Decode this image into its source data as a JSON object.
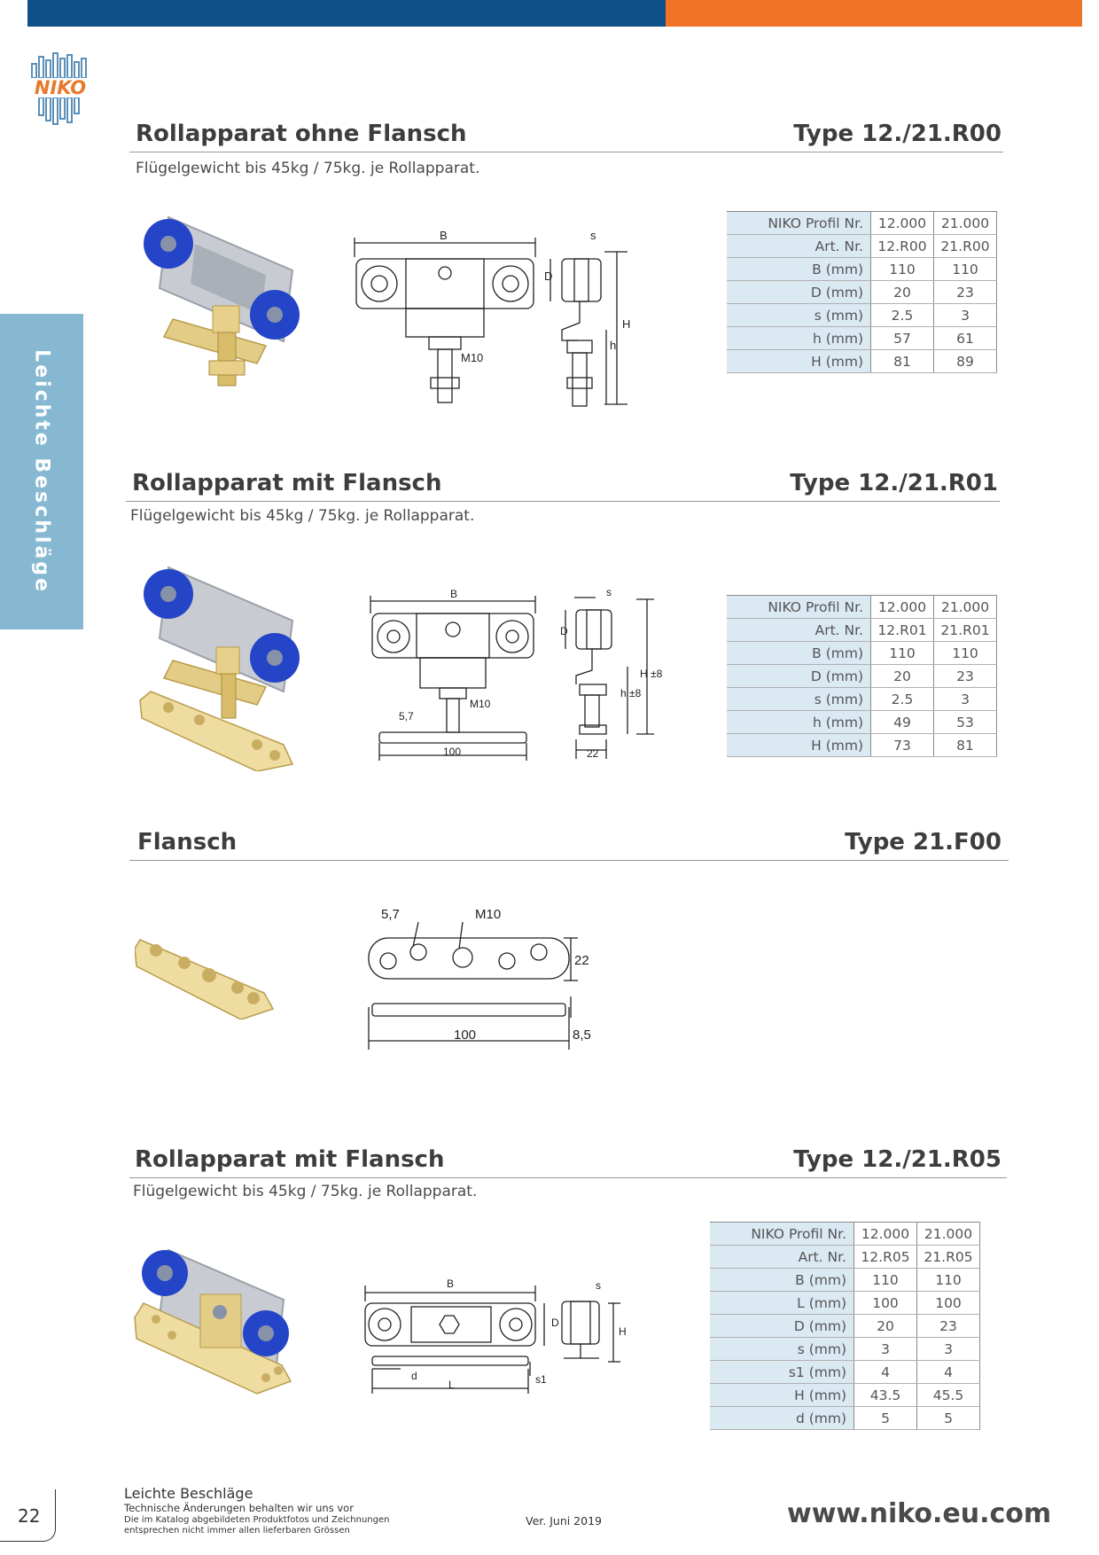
{
  "brand": {
    "name": "NIKO",
    "colors": {
      "blue": "#0d4f86",
      "orange": "#f07225",
      "side_tab": "#86b9d1",
      "wheel": "#2545c8"
    }
  },
  "side_tab": "Leichte Beschläge",
  "sections": [
    {
      "title": "Rollapparat ohne Flansch",
      "type": "Type 12./21.R00",
      "subtitle": "Flügelgewicht bis 45kg / 75kg. je Rollapparat.",
      "drawing_labels": {
        "b": "B",
        "s": "s",
        "d": "D",
        "h_big": "H",
        "h_small": "h",
        "m10": "M10"
      },
      "table": [
        [
          "NIKO Profil Nr.",
          "12.000",
          "21.000"
        ],
        [
          "Art. Nr.",
          "12.R00",
          "21.R00"
        ],
        [
          "B (mm)",
          "110",
          "110"
        ],
        [
          "D (mm)",
          "20",
          "23"
        ],
        [
          "s (mm)",
          "2.5",
          "3"
        ],
        [
          "h (mm)",
          "57",
          "61"
        ],
        [
          "H (mm)",
          "81",
          "89"
        ]
      ]
    },
    {
      "title": "Rollapparat mit Flansch",
      "type": "Type 12./21.R01",
      "subtitle": "Flügelgewicht bis 45kg / 75kg. je Rollapparat.",
      "drawing_labels": {
        "b": "B",
        "s": "s",
        "d": "D",
        "h_big": "H ±8",
        "h_small": "h ±8",
        "m10": "M10",
        "w57": "5,7",
        "len": "100",
        "w22": "22"
      },
      "table": [
        [
          "NIKO Profil Nr.",
          "12.000",
          "21.000"
        ],
        [
          "Art. Nr.",
          "12.R01",
          "21.R01"
        ],
        [
          "B (mm)",
          "110",
          "110"
        ],
        [
          "D (mm)",
          "20",
          "23"
        ],
        [
          "s (mm)",
          "2.5",
          "3"
        ],
        [
          "h (mm)",
          "49",
          "53"
        ],
        [
          "H (mm)",
          "73",
          "81"
        ]
      ]
    },
    {
      "title": "Flansch",
      "type": "Type 21.F00",
      "drawing_labels": {
        "w57": "5,7",
        "m10": "M10",
        "w22": "22",
        "len": "100",
        "t85": "8,5"
      }
    },
    {
      "title": "Rollapparat mit Flansch",
      "type": "Type 12./21.R05",
      "subtitle": "Flügelgewicht bis 45kg / 75kg. je Rollapparat.",
      "drawing_labels": {
        "b": "B",
        "s": "s",
        "d_big": "D",
        "h_big": "H",
        "d_small": "d",
        "l": "L",
        "s1": "s1"
      },
      "table": [
        [
          "NIKO Profil Nr.",
          "12.000",
          "21.000"
        ],
        [
          "Art. Nr.",
          "12.R05",
          "21.R05"
        ],
        [
          "B (mm)",
          "110",
          "110"
        ],
        [
          "L (mm)",
          "100",
          "100"
        ],
        [
          "D (mm)",
          "20",
          "23"
        ],
        [
          "s (mm)",
          "3",
          "3"
        ],
        [
          "s1 (mm)",
          "4",
          "4"
        ],
        [
          "H (mm)",
          "43.5",
          "45.5"
        ],
        [
          "d (mm)",
          "5",
          "5"
        ]
      ]
    }
  ],
  "footer": {
    "page_number": "22",
    "title": "Leichte Beschläge",
    "line1": "Technische Änderungen behalten wir uns vor",
    "line2": "Die im Katalog abgebildeten Produktfotos und Zeichnungen",
    "line3": "entsprechen nicht immer allen lieferbaren Grössen",
    "version": "Ver.  Juni 2019",
    "url": "www.niko.eu.com"
  }
}
